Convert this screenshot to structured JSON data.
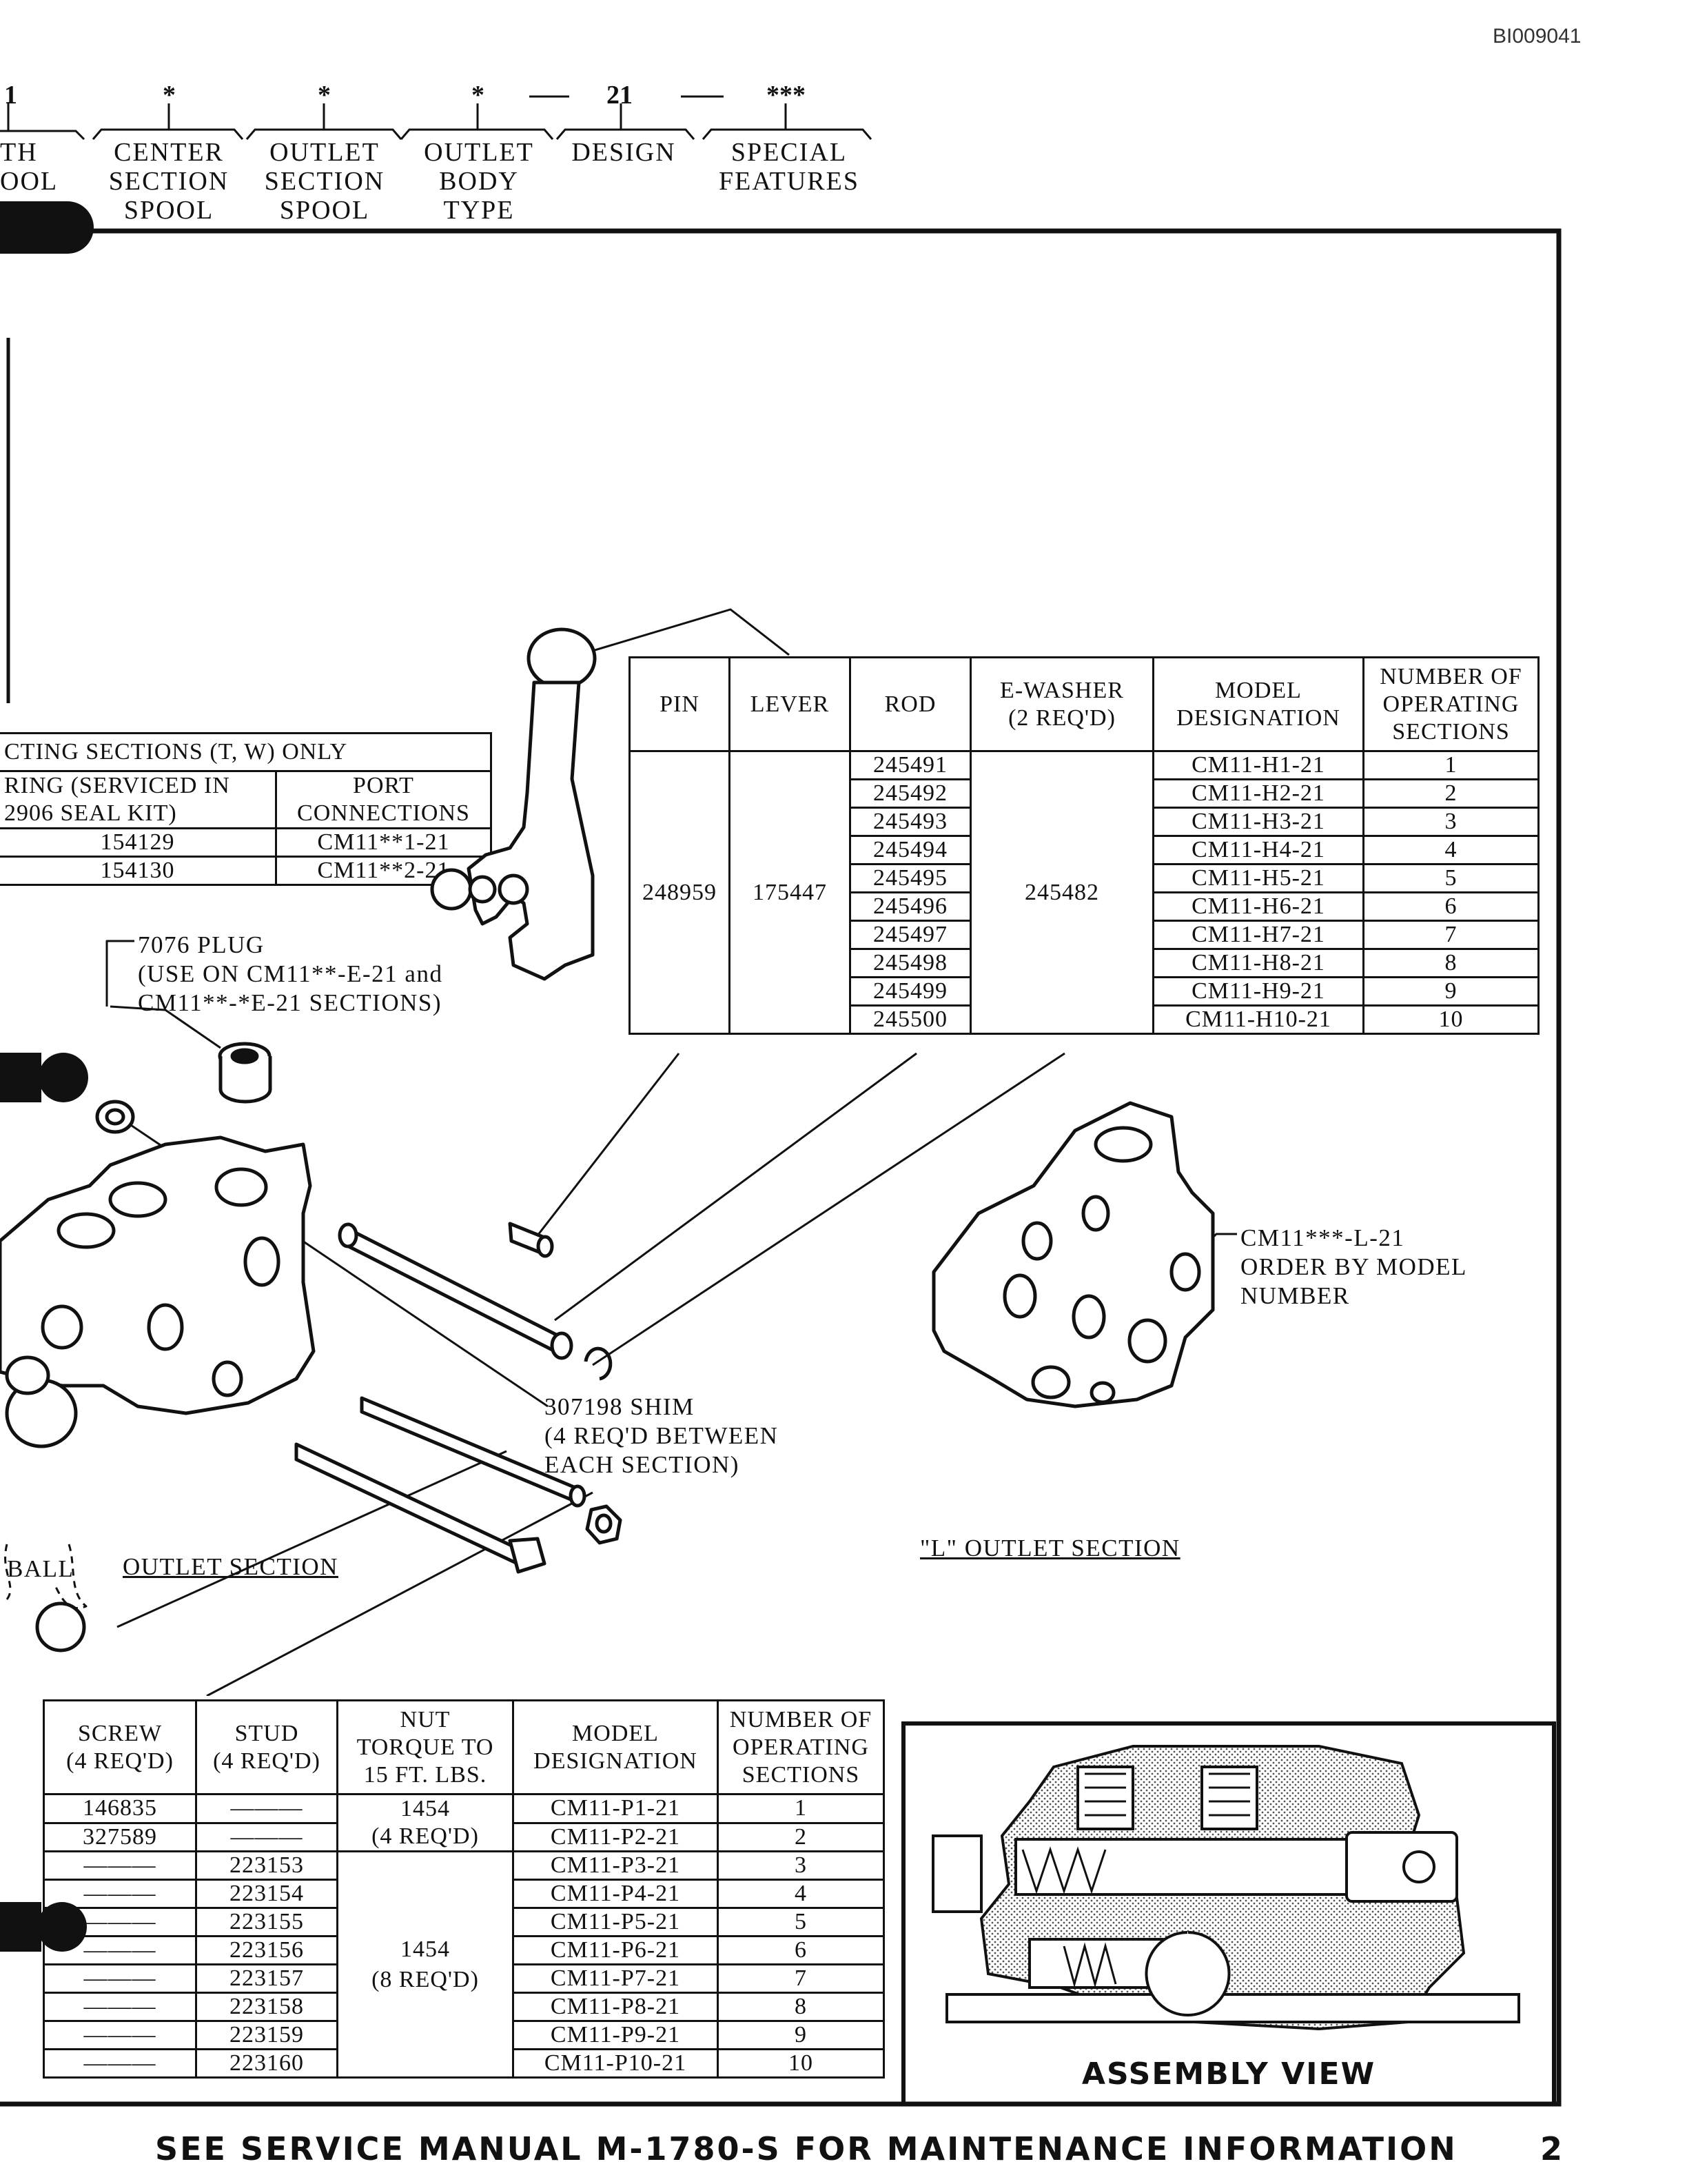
{
  "doc_id": "BI009041",
  "model_code": {
    "positions": [
      {
        "code": "1",
        "label": "TH\nOOL"
      },
      {
        "code": "*",
        "label": "CENTER\nSECTION\nSPOOL"
      },
      {
        "code": "*",
        "label": "OUTLET\nSECTION\nSPOOL"
      },
      {
        "code": "*",
        "label": "OUTLET\nBODY\nTYPE"
      },
      {
        "code": "21",
        "label": "DESIGN"
      },
      {
        "code": "***",
        "label": "SPECIAL\nFEATURES"
      }
    ],
    "separator": "—"
  },
  "lever_table": {
    "headers": [
      "PIN",
      "LEVER",
      "ROD",
      "E-WASHER\n(2 REQ'D)",
      "MODEL\nDESIGNATION",
      "NUMBER OF\nOPERATING\nSECTIONS"
    ],
    "pin": "248959",
    "lever": "175447",
    "e_washer": "245482",
    "rows": [
      {
        "rod": "245491",
        "model": "CM11-H1-21",
        "sections": "1"
      },
      {
        "rod": "245492",
        "model": "CM11-H2-21",
        "sections": "2"
      },
      {
        "rod": "245493",
        "model": "CM11-H3-21",
        "sections": "3"
      },
      {
        "rod": "245494",
        "model": "CM11-H4-21",
        "sections": "4"
      },
      {
        "rod": "245495",
        "model": "CM11-H5-21",
        "sections": "5"
      },
      {
        "rod": "245496",
        "model": "CM11-H6-21",
        "sections": "6"
      },
      {
        "rod": "245497",
        "model": "CM11-H7-21",
        "sections": "7"
      },
      {
        "rod": "245498",
        "model": "CM11-H8-21",
        "sections": "8"
      },
      {
        "rod": "245499",
        "model": "CM11-H9-21",
        "sections": "9"
      },
      {
        "rod": "245500",
        "model": "CM11-H10-21",
        "sections": "10"
      }
    ]
  },
  "ring_table": {
    "title": "CTING SECTIONS (T, W) ONLY",
    "headers": [
      "RING (SERVICED IN\n2906 SEAL KIT)",
      "PORT\nCONNECTIONS"
    ],
    "rows": [
      {
        "ring": "154129",
        "port": "CM11**1-21"
      },
      {
        "ring": "154130",
        "port": "CM11**2-21"
      }
    ]
  },
  "callouts": {
    "plug": "7076 PLUG\n(USE ON CM11**-E-21 and\nCM11**-*E-21 SECTIONS)",
    "shim": "307198 SHIM\n(4 REQ'D BETWEEN\n EACH SECTION)",
    "l_outlet_order": "CM11***-L-21\nORDER BY MODEL\n      NUMBER",
    "l_outlet_section": "\"L\" OUTLET SECTION",
    "ball": "BALL",
    "outlet_section": "OUTLET SECTION"
  },
  "stud_table": {
    "headers": [
      "SCREW\n(4 REQ'D)",
      "STUD\n(4 REQ'D)",
      "NUT\nTORQUE TO\n15 FT. LBS.",
      "MODEL\nDESIGNATION",
      "NUMBER OF\nOPERATING\nSECTIONS"
    ],
    "nut_group1": "1454\n(4 REQ'D)",
    "nut_group2": "1454\n(8 REQ'D)",
    "rows": [
      {
        "screw": "146835",
        "stud": "———",
        "model": "CM11-P1-21",
        "sections": "1"
      },
      {
        "screw": "327589",
        "stud": "———",
        "model": "CM11-P2-21",
        "sections": "2"
      },
      {
        "screw": "———",
        "stud": "223153",
        "model": "CM11-P3-21",
        "sections": "3"
      },
      {
        "screw": "———",
        "stud": "223154",
        "model": "CM11-P4-21",
        "sections": "4"
      },
      {
        "screw": "———",
        "stud": "223155",
        "model": "CM11-P5-21",
        "sections": "5"
      },
      {
        "screw": "———",
        "stud": "223156",
        "model": "CM11-P6-21",
        "sections": "6"
      },
      {
        "screw": "———",
        "stud": "223157",
        "model": "CM11-P7-21",
        "sections": "7"
      },
      {
        "screw": "———",
        "stud": "223158",
        "model": "CM11-P8-21",
        "sections": "8"
      },
      {
        "screw": "———",
        "stud": "223159",
        "model": "CM11-P9-21",
        "sections": "9"
      },
      {
        "screw": "———",
        "stud": "223160",
        "model": "CM11-P10-21",
        "sections": "10"
      }
    ]
  },
  "assembly_view_label": "ASSEMBLY VIEW",
  "footer": "SEE SERVICE MANUAL  M-1780-S  FOR MAINTENANCE INFORMATION",
  "page_number": "2"
}
